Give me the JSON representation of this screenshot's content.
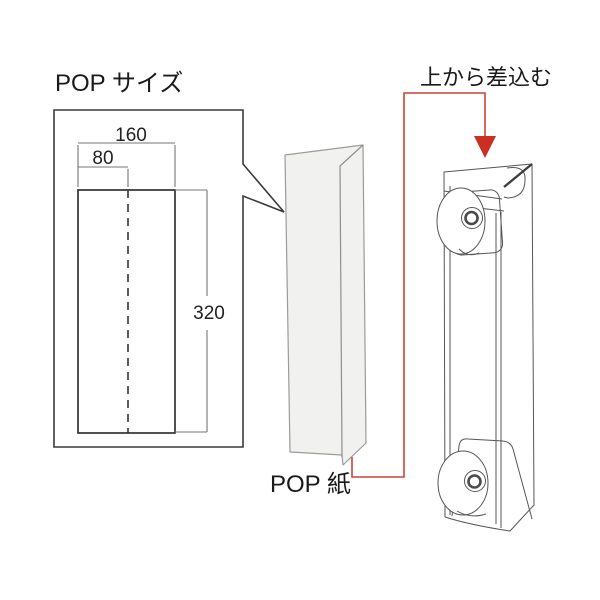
{
  "size_diagram": {
    "title": "POP サイズ",
    "width_total_mm": "160",
    "fold_width_mm": "80",
    "height_mm": "320"
  },
  "paper": {
    "label": "POP 紙"
  },
  "holder": {
    "insert_instruction": "上から差込む"
  },
  "icons": {
    "insert_arrow": "down-arrow"
  },
  "colors": {
    "outline_dark": "#3a3a3a",
    "dimension_gray": "#767676",
    "paper_fill": "#f1f1ef",
    "paper_stroke": "#9b9b99",
    "holder_stroke": "#565656",
    "red_line": "#cb4436",
    "red_arrow": "#ca2f22",
    "text_color": "#1a1a1a"
  }
}
